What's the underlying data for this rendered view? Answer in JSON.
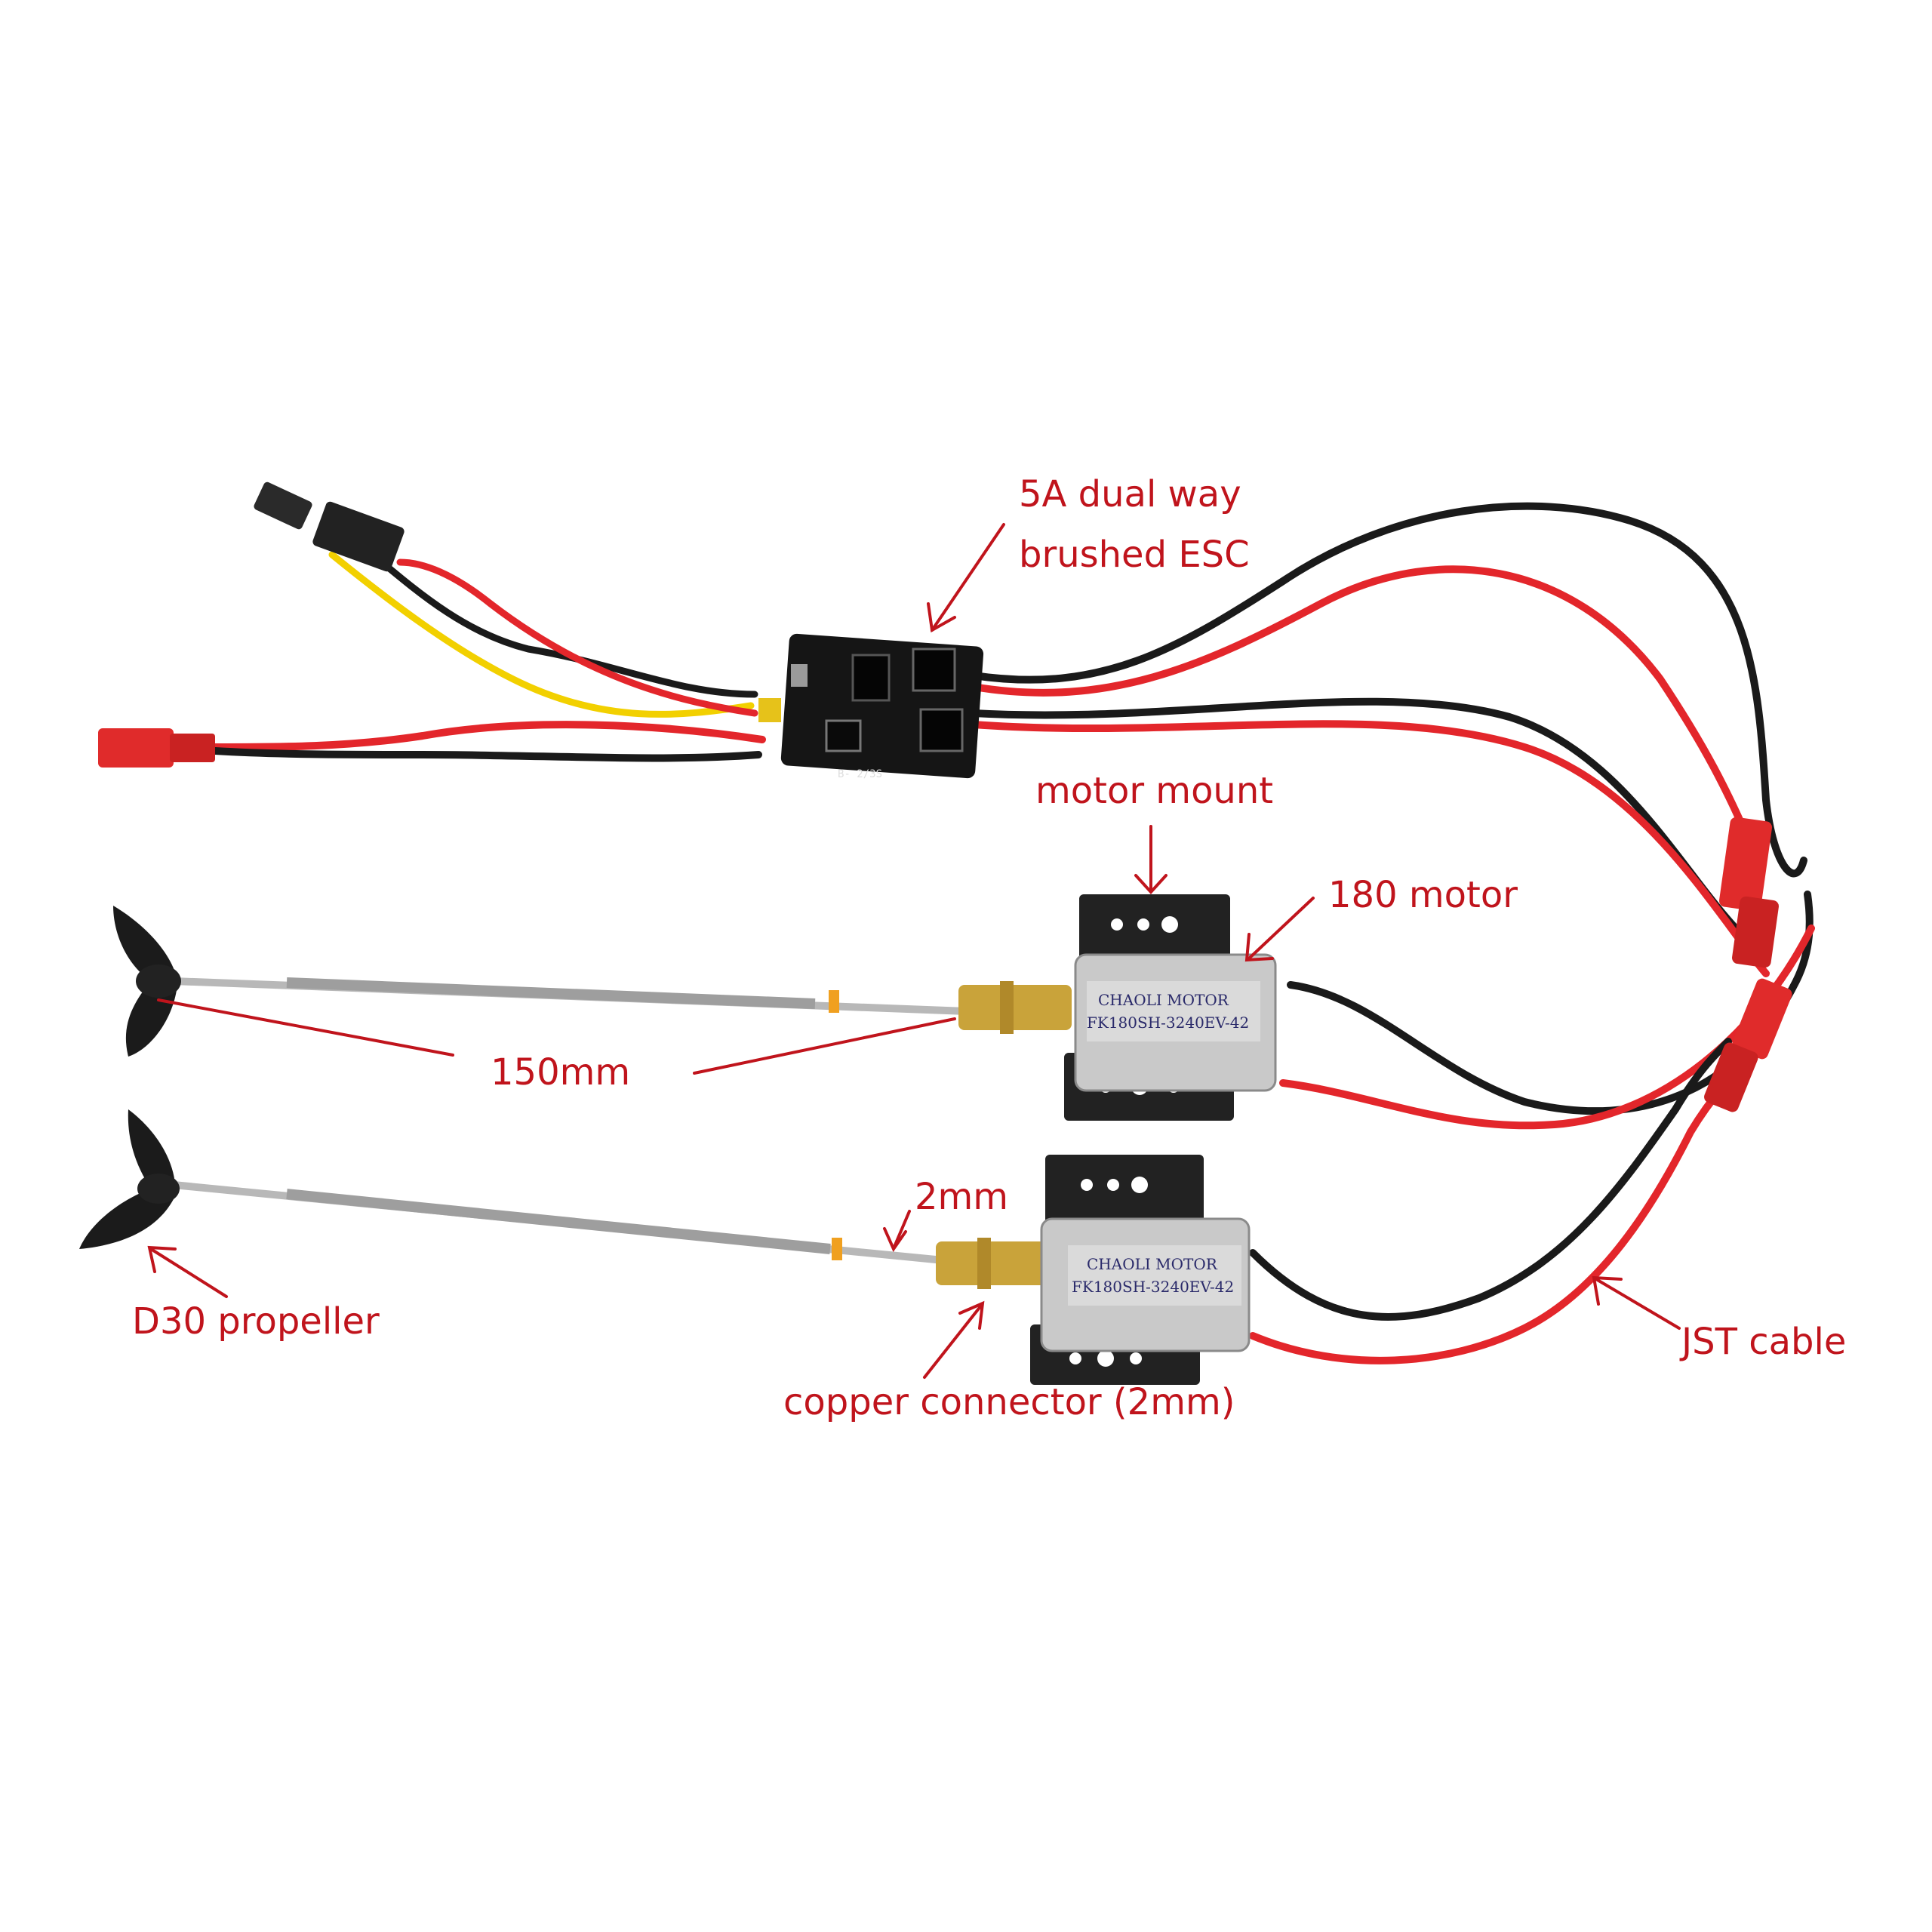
{
  "palette": {
    "annotation_red": "#c0141c",
    "wire_red": "#e3262b",
    "wire_black": "#1a1a1a",
    "wire_yellow": "#f2d000",
    "jst_red": "#e02b2b",
    "mount_black": "#222222",
    "motor_silver": "#c9c9c9",
    "brass": "#c9a33a",
    "shaft_steel": "#b8b8b8",
    "pcb_black": "#151515",
    "background": "#ffffff"
  },
  "labels": {
    "esc": "5A dual way brushed ESC",
    "motor_mount": "motor mount",
    "motor": "180 motor",
    "shaft_length": "150mm",
    "shaft_gap": "2mm",
    "propeller": "D30 propeller",
    "connector": "copper connector (2mm)",
    "cable": "JST cable"
  },
  "product_print": {
    "motor_brand": "CHAOLI MOTOR",
    "motor_model": "FK180SH-3240EV-42",
    "esc_marking": "B- 2/3S"
  }
}
